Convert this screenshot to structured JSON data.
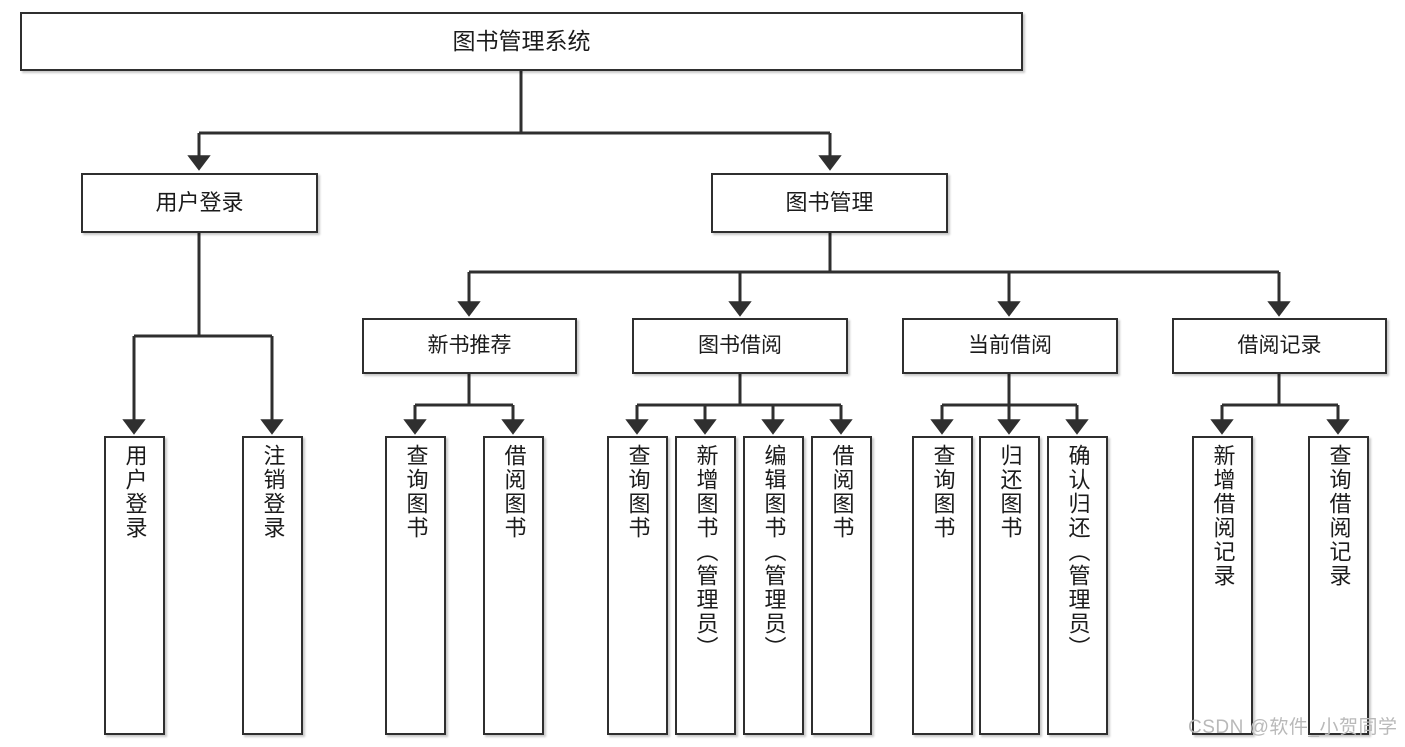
{
  "diagram": {
    "title": "图书管理系统",
    "type": "tree-hierarchy-chart",
    "root": {
      "label": "图书管理系统"
    },
    "level2": [
      {
        "label": "用户登录"
      },
      {
        "label": "图书管理"
      }
    ],
    "level3": [
      {
        "label": "新书推荐"
      },
      {
        "label": "图书借阅"
      },
      {
        "label": "当前借阅"
      },
      {
        "label": "借阅记录"
      }
    ],
    "leaves": [
      {
        "label": "用户登录"
      },
      {
        "label": "注销登录"
      },
      {
        "label": "查询图书"
      },
      {
        "label": "借阅图书"
      },
      {
        "label": "查询图书"
      },
      {
        "label": "新增图书（管理员）"
      },
      {
        "label": "编辑图书（管理员）"
      },
      {
        "label": "借阅图书"
      },
      {
        "label": "查询图书"
      },
      {
        "label": "归还图书"
      },
      {
        "label": "确认归还（管理员）"
      },
      {
        "label": "新增借阅记录"
      },
      {
        "label": "查询借阅记录"
      }
    ]
  },
  "watermark": {
    "text": "CSDN @软件_小贺同学"
  },
  "colors": {
    "stroke": "#2f2f2f",
    "box_fill": "#ffffff",
    "text": "#1b1b1b",
    "watermark": "#b9b9b9",
    "background": "#ffffff"
  }
}
